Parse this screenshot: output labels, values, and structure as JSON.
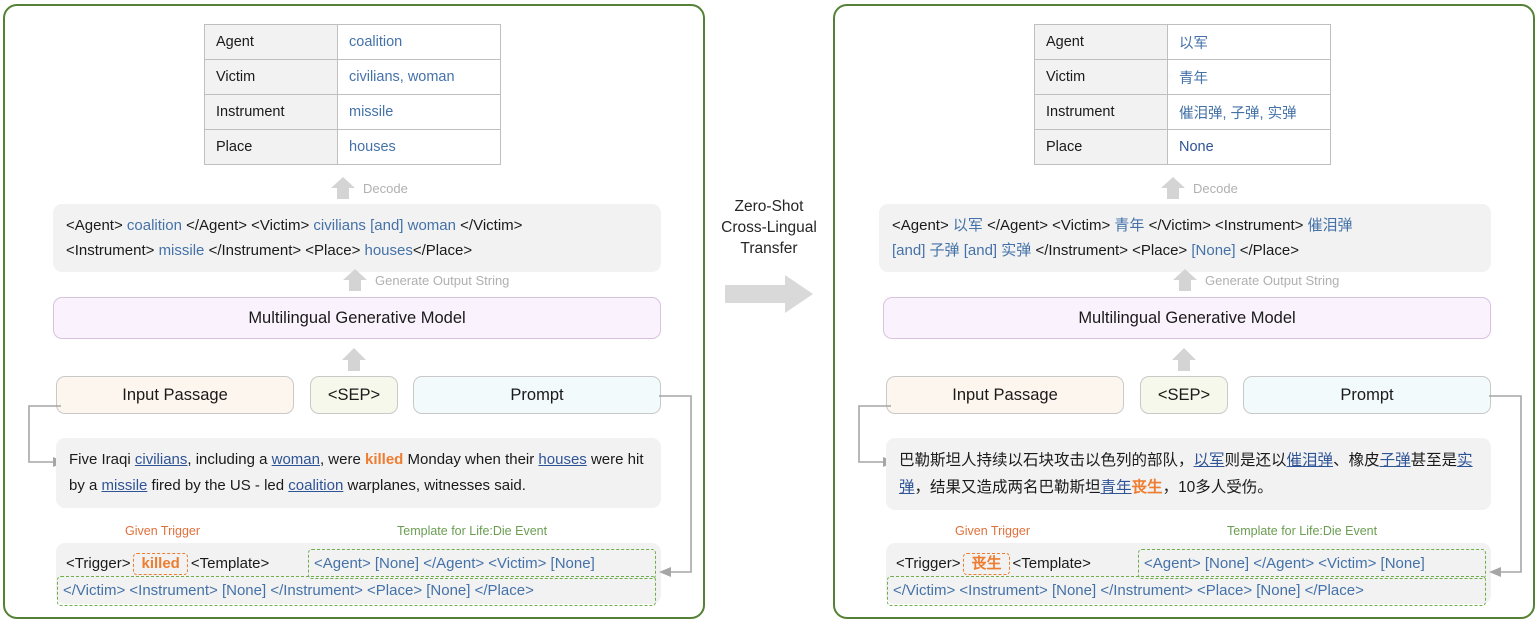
{
  "figure": {
    "transfer_label": "Zero-Shot\nCross-Lingual\nTransfer",
    "transfer_arrow_icon": "right-arrow-icon",
    "panel_border_color": "#548135",
    "accent_blue": "#4472a8",
    "accent_orange": "#ed7d31",
    "accent_green": "#6b9d52"
  },
  "common": {
    "decode_label": "Decode",
    "generate_label": "Generate Output String",
    "model_label": "Multilingual Generative Model",
    "input_passage_label": "Input Passage",
    "sep_label": "<SEP>",
    "prompt_label": "Prompt",
    "given_trigger_caption": "Given Trigger",
    "template_caption": "Template for Life:Die Event",
    "trigger_tag": "<Trigger>",
    "template_tag": "<Template>",
    "template_line1": "<Agent> [None] </Agent> <Victim> [None]",
    "template_line2": "</Victim> <Instrument> [None] </Instrument> <Place> [None] </Place>",
    "table_keys": [
      "Agent",
      "Victim",
      "Instrument",
      "Place"
    ]
  },
  "left": {
    "table": [
      {
        "key": "Agent",
        "value": "coalition"
      },
      {
        "key": "Victim",
        "value": "civilians, woman"
      },
      {
        "key": "Instrument",
        "value": "missile"
      },
      {
        "key": "Place",
        "value": "houses"
      }
    ],
    "output_string": {
      "line1_a": "<Agent> ",
      "line1_b": "coalition",
      "line1_c": " </Agent> <Victim> ",
      "line1_d": "civilians [and] woman",
      "line1_e": " </Victim>",
      "line2_a": "<Instrument> ",
      "line2_b": "missile",
      "line2_c": " </Instrument> <Place> ",
      "line2_d": "houses",
      "line2_e": "</Place>"
    },
    "passage": {
      "t1": "Five Iraqi ",
      "m1": "civilians",
      "t2": ", including a ",
      "m2": "woman",
      "t3": ", were ",
      "trigger": "killed",
      "t4": " Monday when their ",
      "m3": "houses",
      "t5": " were hit by a ",
      "m4": "missile",
      "t6": " fired by the US - led ",
      "m5": "coalition",
      "t7": " warplanes, witnesses said."
    },
    "trigger_word": "killed"
  },
  "right": {
    "table": [
      {
        "key": "Agent",
        "value": "以军"
      },
      {
        "key": "Victim",
        "value": "青年"
      },
      {
        "key": "Instrument",
        "value": "催泪弹, 子弹, 实弹"
      },
      {
        "key": "Place",
        "value": "None"
      }
    ],
    "output_string": {
      "line1_a": "<Agent> ",
      "line1_b": "以军",
      "line1_c": " </Agent> <Victim> ",
      "line1_d": "青年",
      "line1_e": " </Victim> <Instrument> ",
      "line1_f": "催泪弹",
      "line2_a": "[and]",
      "line2_b": " 子弹 ",
      "line2_c": "[and]",
      "line2_d": " 实弹 ",
      "line2_e": "</Instrument> <Place> ",
      "line2_f": "[None]",
      "line2_g": " </Place>"
    },
    "passage": {
      "t1": "巴勒斯坦人持续以石块攻击以色列的部队，",
      "m1": "以军",
      "t2": "则是还以",
      "m2": "催泪弹",
      "t3": "、橡皮",
      "m3": "子弹",
      "t4": "甚至是",
      "m4": "实弹",
      "t5": "，结果又造成两名巴勒斯坦",
      "m5": "青年",
      "trigger": "丧生",
      "t6": "，10多人受伤。"
    },
    "trigger_word": "丧生"
  }
}
